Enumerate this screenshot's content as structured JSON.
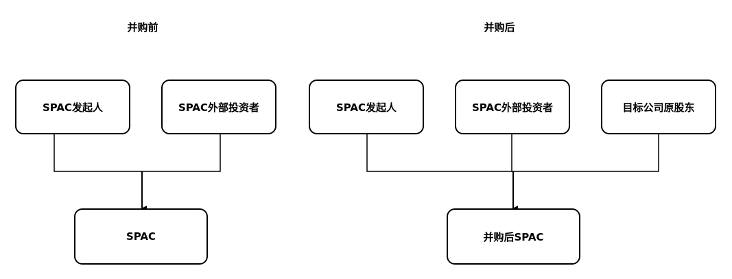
{
  "before": {
    "title": "并购前",
    "sources": [
      "SPAC发起人",
      "SPAC外部投资者"
    ],
    "target": "SPAC"
  },
  "after": {
    "title": "并购后",
    "sources": [
      "SPAC发起人",
      "SPAC外部投资者",
      "目标公司原股东"
    ],
    "target": "并购后SPAC"
  }
}
